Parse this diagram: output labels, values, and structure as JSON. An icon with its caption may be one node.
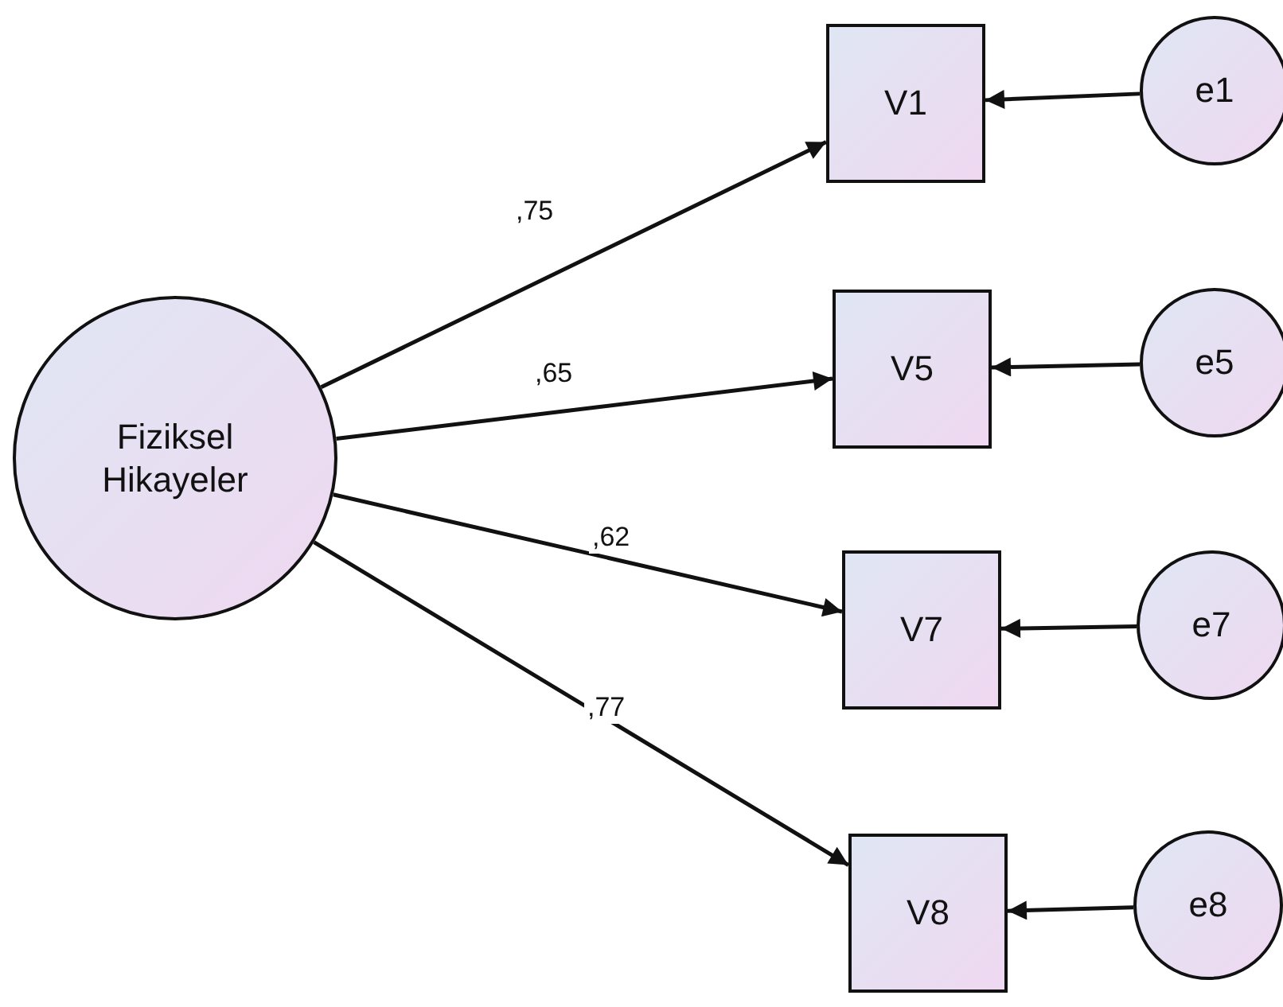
{
  "diagram": {
    "nodes": [
      {
        "text": [
          "Fiziksel Hikayeler"
        ]
      },
      {
        "text": [
          "V1"
        ]
      },
      {
        "text": [
          "e1"
        ]
      },
      {
        "text": [
          "V5"
        ]
      },
      {
        "text": [
          "e5"
        ]
      },
      {
        "text": [
          "V7"
        ]
      },
      {
        "text": [
          "e7"
        ]
      },
      {
        "text": [
          "V8"
        ]
      },
      {
        "text": [
          "e8"
        ]
      }
    ],
    "edges": [
      {
        "from": 0,
        "to": 1,
        "arrow": "to",
        "label": ",75"
      },
      {
        "from": 0,
        "to": 3,
        "arrow": "to",
        "label": ",65"
      },
      {
        "from": 0,
        "to": 5,
        "arrow": "to",
        "label": ",62"
      },
      {
        "from": 0,
        "to": 7,
        "arrow": "to",
        "label": ",77"
      },
      {
        "from": 2,
        "to": 1,
        "arrow": "to"
      },
      {
        "from": 4,
        "to": 3,
        "arrow": "to"
      },
      {
        "from": 6,
        "to": 5,
        "arrow": "to"
      },
      {
        "from": 8,
        "to": 7,
        "arrow": "to"
      }
    ]
  }
}
